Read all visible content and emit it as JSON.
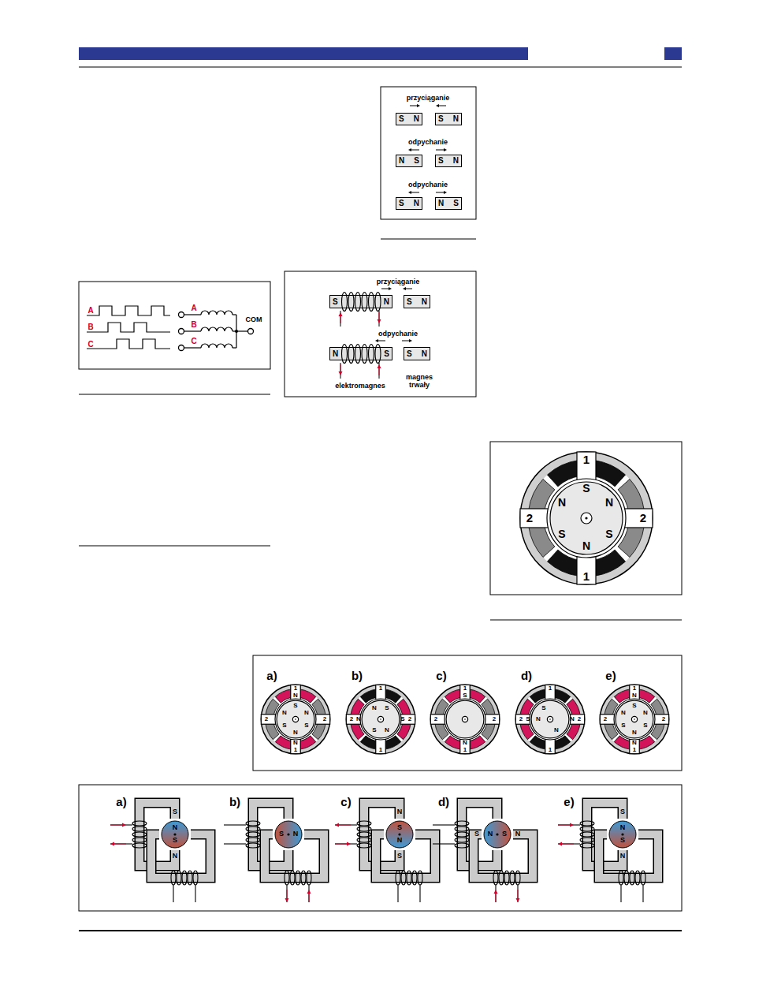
{
  "diagram": {
    "nodes": [
      {
        "text": [
          "S",
          "N"
        ]
      },
      {
        "text": [
          "S",
          "N"
        ]
      },
      {
        "text": [
          "N",
          "S"
        ]
      },
      {
        "text": [
          "S",
          "N"
        ]
      },
      {
        "text": [
          "S",
          "N"
        ]
      },
      {
        "text": [
          "N",
          "S"
        ]
      },
      {
        "text": [
          "S",
          "N"
        ]
      },
      {
        "text": [
          "S",
          "N"
        ]
      },
      {
        "text": [
          "N",
          "S"
        ]
      },
      {
        "text": [
          "S",
          "N"
        ]
      }
    ],
    "labels": [
      "przyciąganie",
      "odpychanie",
      "odpychanie",
      "A",
      "B",
      "C",
      "A",
      "B",
      "C",
      "COM",
      "przyciąganie",
      "odpychanie",
      "elektromagnes",
      "magnes trwały",
      "1",
      "S",
      "N",
      "N",
      "2",
      "2",
      "S",
      "S",
      "N",
      "1",
      "a)",
      "1",
      "N",
      "S",
      "N",
      "N",
      "2",
      "2",
      "S",
      "S",
      "N",
      "N",
      "1",
      "b)",
      "1",
      "N",
      "S",
      "2",
      "N",
      "S",
      "2",
      "S",
      "N",
      "1",
      "c)",
      "1",
      "S",
      "2",
      "2",
      "N",
      "1",
      "d)",
      "1",
      "S",
      "2",
      "S",
      "N",
      "N",
      "2",
      "N",
      "1",
      "e)",
      "1",
      "N",
      "S",
      "N",
      "N",
      "2",
      "2",
      "S",
      "S",
      "N",
      "N",
      "1",
      "a)",
      "S",
      "N",
      "S",
      "N",
      "b)",
      "S",
      "N",
      "c)",
      "N",
      "S",
      "N",
      "S",
      "d)",
      "S",
      "N",
      "S",
      "N",
      "e)",
      "S",
      "N",
      "S",
      "N"
    ]
  }
}
